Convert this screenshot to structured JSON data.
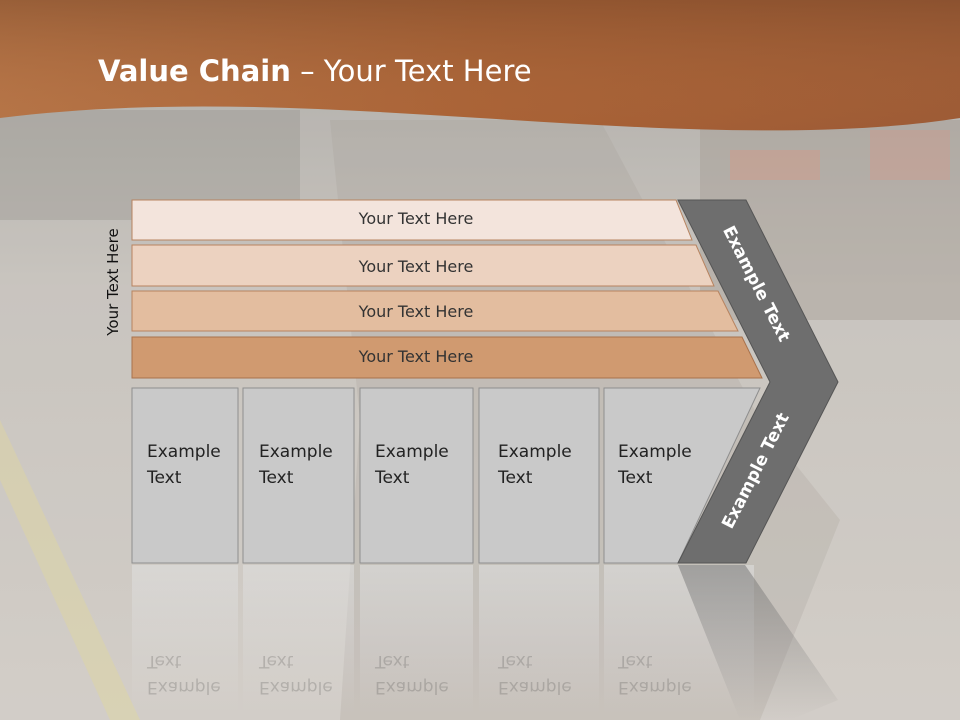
{
  "slide": {
    "title_bold": "Value Chain",
    "title_rest": " – Your Text Here",
    "side_label": "Your Text Here"
  },
  "rows": [
    {
      "label": "Your Text Here",
      "color": "#f3e4dc"
    },
    {
      "label": "Your Text Here",
      "color": "#ecd2c0"
    },
    {
      "label": "Your Text Here",
      "color": "#e3bd9f"
    },
    {
      "label": "Your Text Here",
      "color": "#d09a70"
    }
  ],
  "cards": [
    {
      "line1": "Example",
      "line2": "Text"
    },
    {
      "line1": "Example",
      "line2": "Text"
    },
    {
      "line1": "Example",
      "line2": "Text"
    },
    {
      "line1": "Example",
      "line2": "Text"
    },
    {
      "line1": "Example",
      "line2": "Text"
    }
  ],
  "chevron": {
    "upper_label": "Example Text",
    "lower_label": "Example Text",
    "color": "#6e6e6e"
  },
  "colors": {
    "header": "#a8643a",
    "card": "#c9c9c9"
  }
}
